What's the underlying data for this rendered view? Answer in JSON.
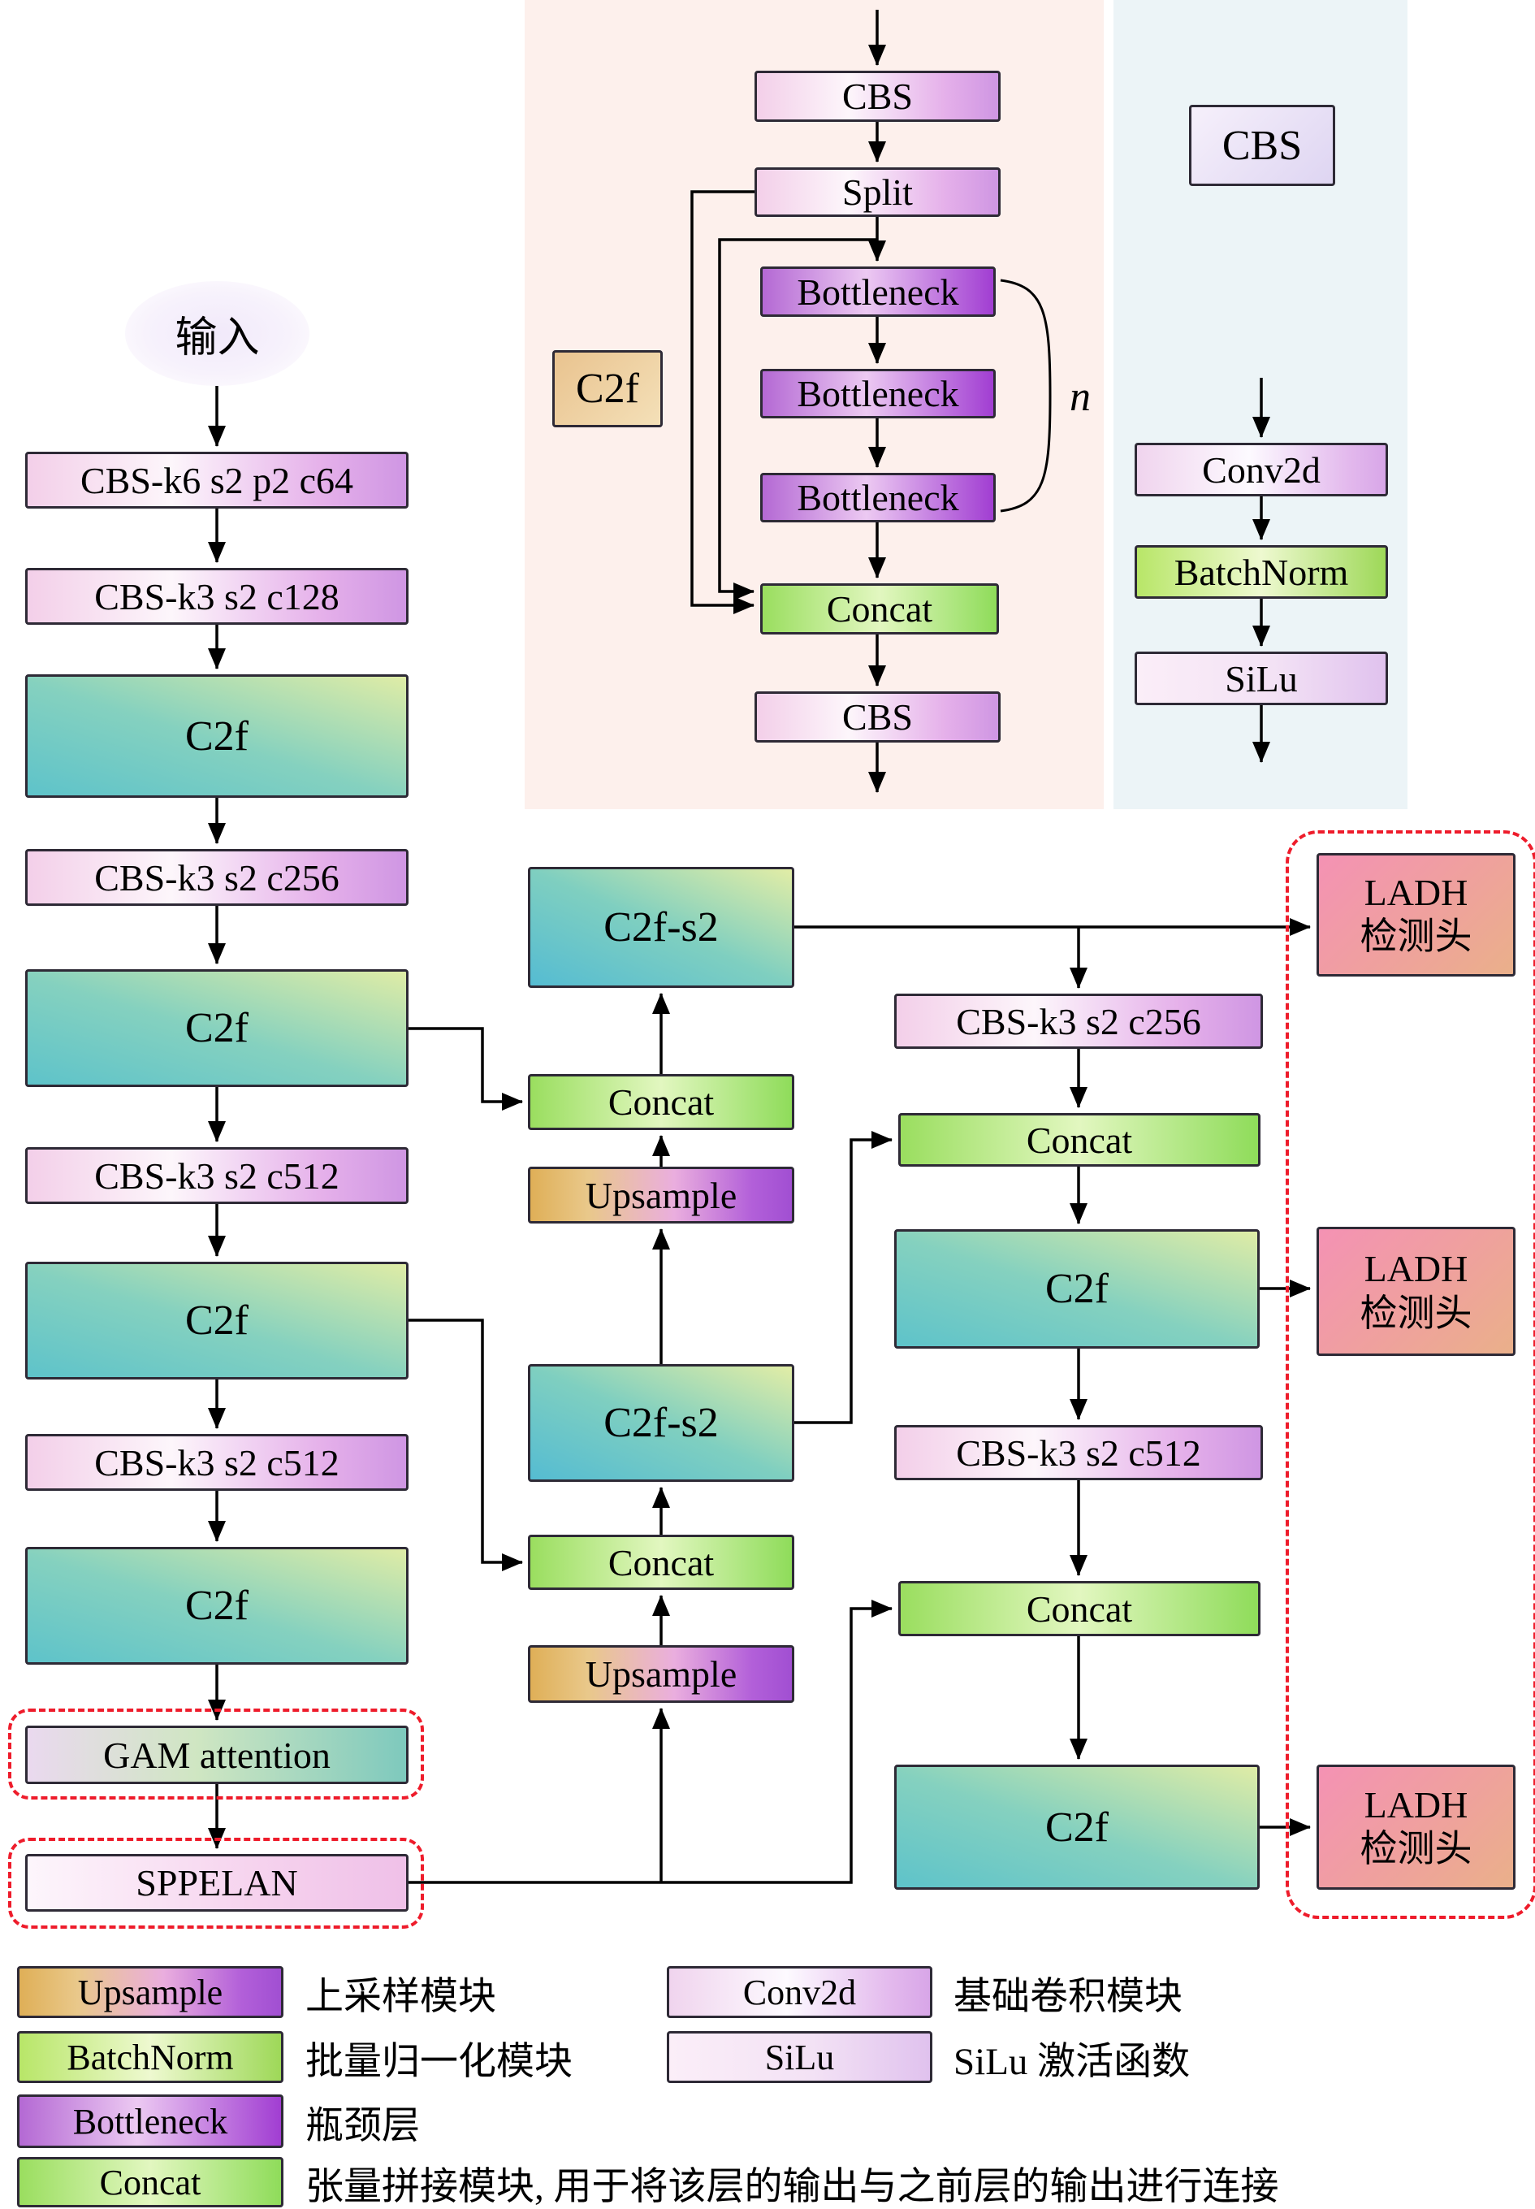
{
  "backbone": {
    "input_label": "输入",
    "cbs1": "CBS-k6 s2 p2 c64",
    "cbs2": "CBS-k3 s2 c128",
    "c2f1": "C2f",
    "cbs3": "CBS-k3 s2 c256",
    "c2f2": "C2f",
    "cbs4": "CBS-k3 s2 c512",
    "c2f3": "C2f",
    "cbs5": "CBS-k3 s2 c512",
    "c2f4": "C2f",
    "gam": "GAM attention",
    "sppelan": "SPPELAN"
  },
  "c2f_detail": {
    "module_label": "C2f",
    "cbs_in": "CBS",
    "split": "Split",
    "bottleneck1": "Bottleneck",
    "bottleneck2": "Bottleneck",
    "bottleneck3": "Bottleneck",
    "repeat_label": "n",
    "concat": "Concat",
    "cbs_out": "CBS"
  },
  "cbs_detail": {
    "module_label": "CBS",
    "conv2d": "Conv2d",
    "batchnorm": "BatchNorm",
    "silu": "SiLu"
  },
  "neck": {
    "c2fs2_top": "C2f-s2",
    "concat_top": "Concat",
    "upsample_top": "Upsample",
    "c2fs2_bottom": "C2f-s2",
    "concat_bottom": "Concat",
    "upsample_bottom": "Upsample"
  },
  "head": {
    "cbs1": "CBS-k3 s2 c256",
    "concat1": "Concat",
    "c2f1": "C2f",
    "cbs2": "CBS-k3 s2 c512",
    "concat2": "Concat",
    "c2f2": "C2f"
  },
  "detect": {
    "ladh1_line1": "LADH",
    "ladh1_line2": "检测头",
    "ladh2_line1": "LADH",
    "ladh2_line2": "检测头",
    "ladh3_line1": "LADH",
    "ladh3_line2": "检测头"
  },
  "legend": {
    "upsample": {
      "box": "Upsample",
      "desc": "上采样模块"
    },
    "batchnorm": {
      "box": "BatchNorm",
      "desc": "批量归一化模块"
    },
    "bottleneck": {
      "box": "Bottleneck",
      "desc": "瓶颈层"
    },
    "concat": {
      "box": "Concat",
      "desc": "张量拼接模块, 用于将该层的输出与之前层的输出进行连接"
    },
    "conv2d": {
      "box": "Conv2d",
      "desc": "基础卷积模块"
    },
    "silu": {
      "box": "SiLu",
      "desc": "SiLu 激活函数"
    }
  },
  "colors": {
    "dashed_outline": "#ee1c2b",
    "c2f_panel_bg": "#fdf0ec",
    "cbs_panel_bg": "#ecf4f7",
    "arrow": "#000000"
  }
}
